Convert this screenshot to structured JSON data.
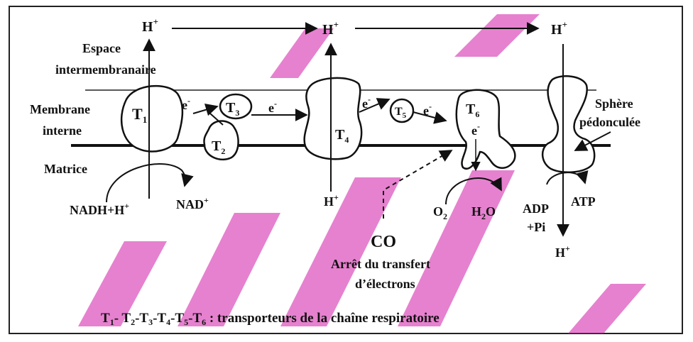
{
  "labels": {
    "espace": "Espace",
    "intermembranaire": "intermembranaire",
    "membrane": "Membrane",
    "interne": "interne",
    "matrice": "Matrice",
    "sphere": "Sphère",
    "pedonculee": "pédonculée",
    "t1": "T",
    "t1_sub": "1",
    "t2": "T",
    "t2_sub": "2",
    "t3": "T",
    "t3_sub": "3",
    "t4": "T",
    "t4_sub": "4",
    "t5": "T",
    "t5_sub": "5",
    "t6": "T",
    "t6_sub": "6",
    "e_minus": "e",
    "minus": "-",
    "h": "H",
    "plus": "+",
    "nadh": "NADH+H",
    "nad": "NAD",
    "o2": "O",
    "o2_sub": "2",
    "h2o_h": "H",
    "h2o_sub": "2",
    "h2o_o": "O",
    "adp": "ADP",
    "pi": "+Pi",
    "atp": "ATP",
    "co": "CO",
    "arret1": "Arrêt du transfert",
    "arret2": "d’électrons",
    "caption_t1": "T",
    "caption_s1": "1",
    "caption_d1": "- T",
    "caption_s2": "2",
    "caption_d2": "-T",
    "caption_s3": "3",
    "caption_d3": "-T",
    "caption_s4": "4",
    "caption_d4": "-T",
    "caption_s5": "5",
    "caption_d5": "-T",
    "caption_s6": "6",
    "caption_rest": " : transporteurs de la chaîne respiratoire"
  },
  "colors": {
    "ink": "#111111",
    "watermark": "#d11aa8"
  }
}
